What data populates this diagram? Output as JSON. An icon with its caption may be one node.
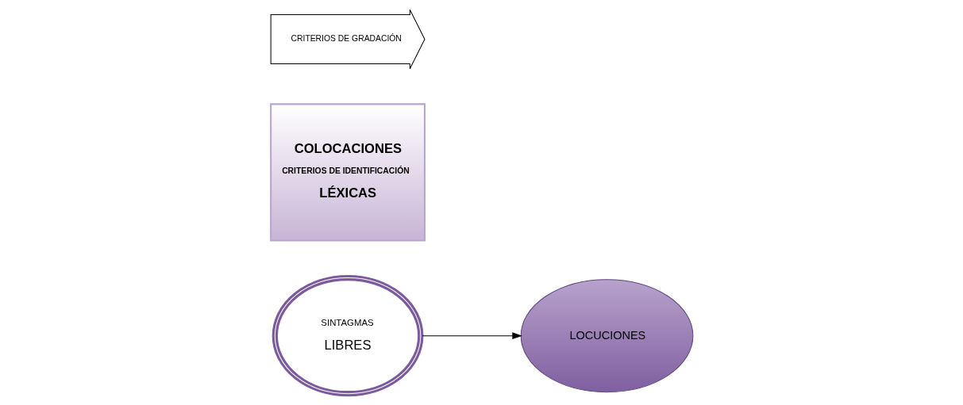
{
  "diagram": {
    "nodes": [
      {
        "text": [
          "SINTAGMAS",
          "LIBRES"
        ]
      },
      {
        "text": [
          "COLOCACIONES",
          "CRITERIOS DE IDENTIFICACIÓN",
          "LÉXICAS"
        ]
      },
      {
        "text": [
          "LOCUCIONES"
        ]
      },
      {
        "text": [
          "CRITERIOS DE GRADACIÓN"
        ]
      }
    ],
    "edges": [
      {
        "from": 0,
        "to": 2,
        "arrow": "to"
      }
    ]
  }
}
